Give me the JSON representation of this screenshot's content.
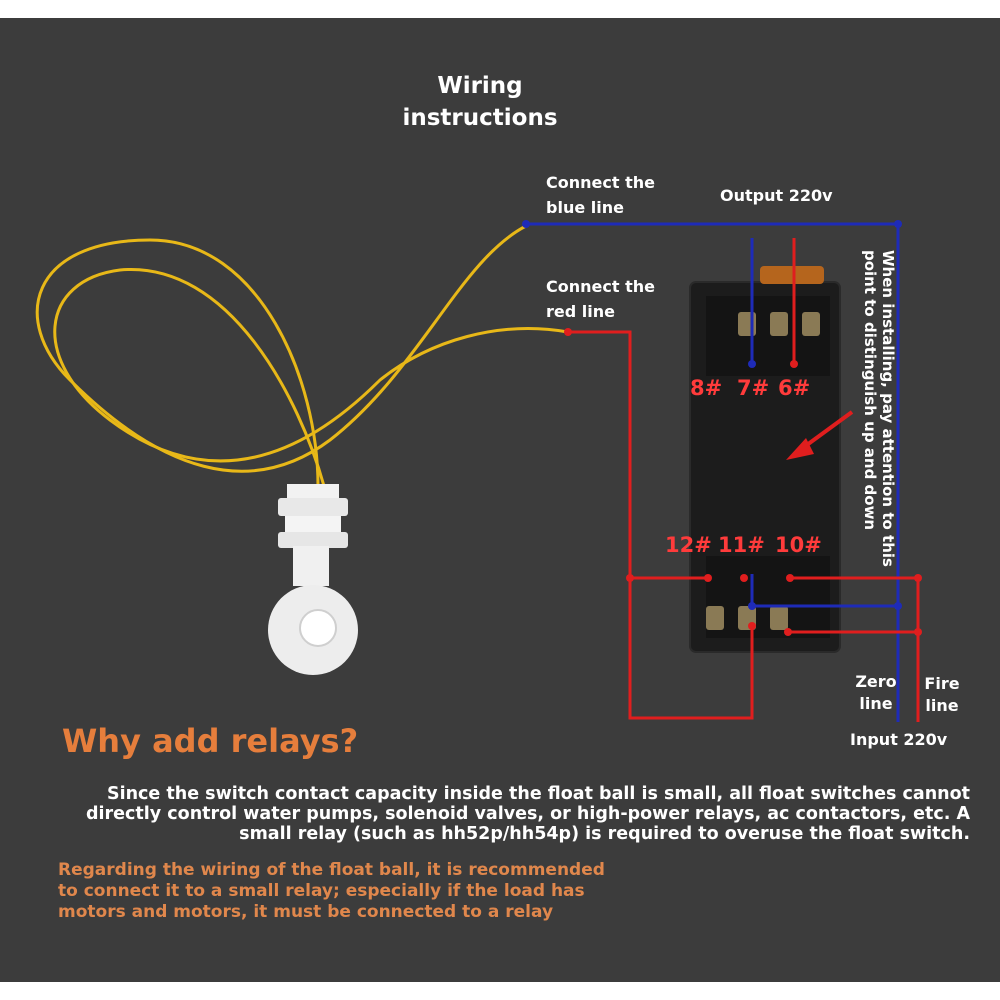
{
  "title": "Wiring\ninstructions",
  "labels": {
    "connect_blue": "Connect the\nblue line",
    "connect_red": "Connect the\nred line",
    "output": "Output 220v",
    "install_note": "When installing, pay attention to this point to distinguish up and down",
    "zero_line": "Zero\nline",
    "fire_line": "Fire\nline",
    "input": "Input 220v"
  },
  "pins": {
    "p8": "8#",
    "p7": "7#",
    "p6": "6#",
    "p12": "12#",
    "p11": "11#",
    "p10": "10#"
  },
  "heading": "Why add relays?",
  "paragraph1": "Since the switch contact capacity inside the float ball is small, all float switches cannot directly control water pumps, solenoid valves, or high-power relays, ac contactors, etc. A small relay (such as hh52p/hh54p) is required to overuse the float switch.",
  "paragraph2": "Regarding the wiring of the float ball, it is recommended to connect it to a small relay; especially if the load has motors and motors, it must be connected to a relay",
  "colors": {
    "background": "#3c3c3c",
    "blue_wire": "#1e2bb8",
    "red_wire": "#e01e1e",
    "float_wire": "#e8b818",
    "heading": "#e67e3c",
    "note": "#e0874c",
    "pin_label": "#ff3b3b"
  }
}
